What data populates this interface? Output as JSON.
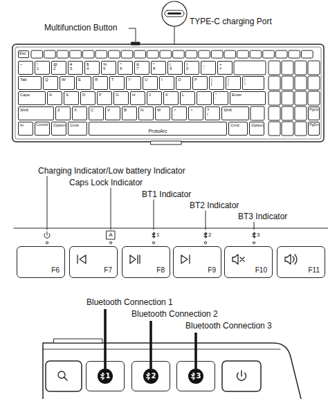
{
  "diagram": {
    "nodes": [
      {
        "text": [
          "Esc"
        ]
      },
      {
        "text": [
          "~",
          "`"
        ]
      },
      {
        "text": [
          "!",
          "1"
        ]
      },
      {
        "text": [
          "@",
          "2"
        ]
      },
      {
        "text": [
          "#",
          "3"
        ]
      },
      {
        "text": [
          "$",
          "4"
        ]
      },
      {
        "text": [
          "%",
          "5"
        ]
      },
      {
        "text": [
          "^",
          "6"
        ]
      },
      {
        "text": [
          "&",
          "7"
        ]
      },
      {
        "text": [
          "*",
          "8"
        ]
      },
      {
        "text": [
          "(",
          "9"
        ]
      },
      {
        "text": [
          ")",
          "0"
        ]
      },
      {
        "text": [
          "_",
          "-"
        ]
      },
      {
        "text": [
          "+",
          "="
        ]
      },
      {
        "text": [
          "Tab"
        ]
      },
      {
        "text": [
          "Q"
        ]
      },
      {
        "text": [
          "W"
        ]
      },
      {
        "text": [
          "E"
        ]
      },
      {
        "text": [
          "R"
        ]
      },
      {
        "text": [
          "T"
        ]
      },
      {
        "text": [
          "Y"
        ]
      },
      {
        "text": [
          "U"
        ]
      },
      {
        "text": [
          "I"
        ]
      },
      {
        "text": [
          "O"
        ]
      },
      {
        "text": [
          "P"
        ]
      },
      {
        "text": [
          "{",
          "["
        ]
      },
      {
        "text": [
          "}",
          "]"
        ]
      },
      {
        "text": [
          "|",
          "\\"
        ]
      },
      {
        "text": [
          "Caps"
        ]
      },
      {
        "text": [
          "A"
        ]
      },
      {
        "text": [
          "S"
        ]
      },
      {
        "text": [
          "D"
        ]
      },
      {
        "text": [
          "F"
        ]
      },
      {
        "text": [
          "G"
        ]
      },
      {
        "text": [
          "H"
        ]
      },
      {
        "text": [
          "J"
        ]
      },
      {
        "text": [
          "K"
        ]
      },
      {
        "text": [
          "L"
        ]
      },
      {
        "text": [
          ":",
          ";"
        ]
      },
      {
        "text": [
          "\"",
          "'"
        ]
      },
      {
        "text": [
          "Enter"
        ]
      },
      {
        "text": [
          "Shift"
        ]
      },
      {
        "text": [
          "Z"
        ]
      },
      {
        "text": [
          "X"
        ]
      },
      {
        "text": [
          "C"
        ]
      },
      {
        "text": [
          "V"
        ]
      },
      {
        "text": [
          "B"
        ]
      },
      {
        "text": [
          "N"
        ]
      },
      {
        "text": [
          "M"
        ]
      },
      {
        "text": [
          "<",
          ","
        ]
      },
      {
        "text": [
          ">",
          "."
        ]
      },
      {
        "text": [
          "?",
          "/"
        ]
      },
      {
        "text": [
          "Shift"
        ]
      },
      {
        "text": [
          "PgUp"
        ]
      },
      {
        "text": [
          "fn"
        ]
      },
      {
        "text": [
          "Control"
        ]
      },
      {
        "text": [
          "Option"
        ]
      },
      {
        "text": [
          "Cmd"
        ]
      },
      {
        "text": [
          "ProtoArc"
        ]
      },
      {
        "text": [
          "Cmd"
        ]
      },
      {
        "text": [
          "Option"
        ]
      },
      {
        "text": [
          "PgDn"
        ]
      },
      {
        "text": [
          "F6"
        ]
      },
      {
        "text": [
          "F7"
        ]
      },
      {
        "text": [
          "F8"
        ]
      },
      {
        "text": [
          "F9"
        ]
      },
      {
        "text": [
          "F10"
        ]
      },
      {
        "text": [
          "F11"
        ]
      },
      {
        "text": [
          "1"
        ]
      },
      {
        "text": [
          "2"
        ]
      },
      {
        "text": [
          "3"
        ]
      }
    ],
    "labels": [
      "Multifunction Button",
      "TYPE-C charging Port",
      "Charging Indicator/Low battery Indicator",
      "Caps Lock Indicator",
      "BT1 Indicator",
      "BT2 Indicator",
      "BT3 Indicator",
      "A",
      "1",
      "2",
      "3",
      "Bluetooth Connection 1",
      "Bluetooth Connection 2",
      "Bluetooth Connection 3"
    ]
  }
}
